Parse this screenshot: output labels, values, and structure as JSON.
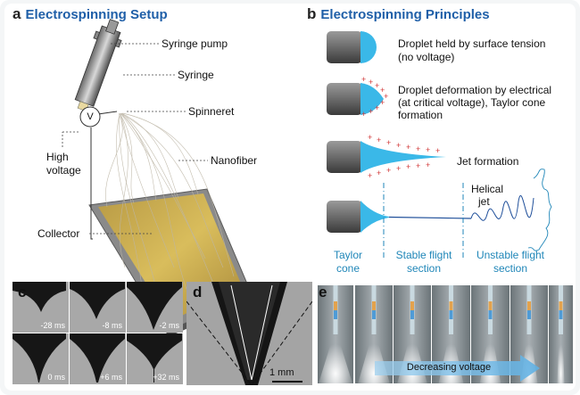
{
  "panel_a": {
    "letter": "a",
    "title": "Electrospinning Setup",
    "labels": {
      "syringe_pump": "Syringe pump",
      "syringe": "Syringe",
      "spinneret": "Spinneret",
      "high_voltage_1": "High",
      "high_voltage_2": "voltage",
      "voltage_symbol": "V",
      "nanofiber": "Nanofiber",
      "collector": "Collector"
    }
  },
  "panel_b": {
    "letter": "b",
    "title": "Electrospinning Principles",
    "steps": {
      "s1_l1": "Droplet held by surface tension",
      "s1_l2": "(no voltage)",
      "s2_l1": "Droplet deformation by electrical",
      "s2_l2": "(at critical voltage), Taylor cone",
      "s2_l3": "formation",
      "s3": "Jet formation",
      "s4_l1": "Helical",
      "s4_l2": "jet"
    },
    "sections": {
      "taylor_1": "Taylor",
      "taylor_2": "cone",
      "stable_1": "Stable flight",
      "stable_2": "section",
      "unstable_1": "Unstable flight",
      "unstable_2": "section"
    }
  },
  "panel_c": {
    "letter": "c",
    "times": [
      "-28 ms",
      "-8 ms",
      "-2 ms",
      "0 ms",
      "+6 ms",
      "+32 ms"
    ]
  },
  "panel_d": {
    "letter": "d",
    "scale": "1 mm"
  },
  "panel_e": {
    "letter": "e",
    "arrow_label": "Decreasing voltage"
  },
  "colors": {
    "title_blue": "#1f5fa8",
    "section_blue": "#1f86b8",
    "droplet_blue": "#3ab8e8",
    "charge_red": "#d23a3a"
  }
}
